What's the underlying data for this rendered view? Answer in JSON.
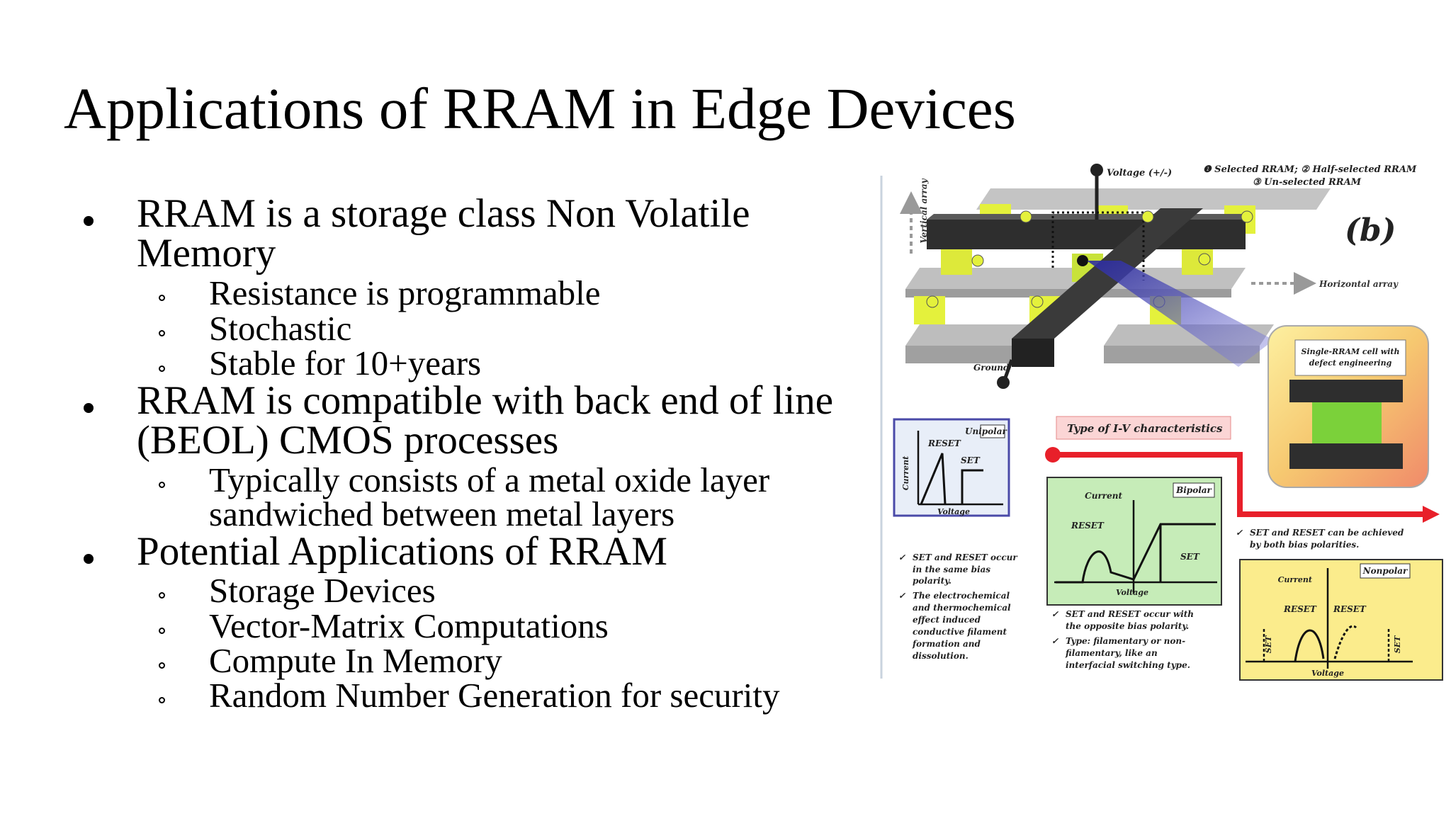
{
  "slide": {
    "title": "Applications of RRAM in Edge Devices",
    "bullets": [
      {
        "lines": [
          "RRAM is a storage class Non Volatile",
          "Memory"
        ],
        "sub": [
          {
            "lines": [
              "Resistance is programmable"
            ]
          },
          {
            "lines": [
              "Stochastic"
            ]
          },
          {
            "lines": [
              "Stable for 10+years"
            ]
          }
        ]
      },
      {
        "lines": [
          "RRAM is compatible with back end of line",
          "(BEOL) CMOS processes"
        ],
        "sub": [
          {
            "lines": [
              "Typically consists of a metal oxide layer",
              "sandwiched between metal layers"
            ]
          }
        ]
      },
      {
        "lines": [
          "Potential Applications of RRAM"
        ],
        "sub": [
          {
            "lines": [
              "Storage Devices"
            ]
          },
          {
            "lines": [
              "Vector-Matrix Computations"
            ]
          },
          {
            "lines": [
              "Compute In Memory"
            ]
          },
          {
            "lines": [
              "Random Number Generation for security"
            ]
          }
        ]
      }
    ]
  },
  "figure": {
    "panel_label": "(b)",
    "voltage_label": "Voltage (+/-)",
    "legend_line1": "❶ Selected RRAM; ② Half-selected RRAM",
    "legend_line2": "③ Un-selected RRAM",
    "vertical_array": "Vertical array",
    "horizontal_array": "Horizontal array",
    "ground": "Ground",
    "cell_caption_1": "Single-RRAM cell with",
    "cell_caption_2": "defect engineering",
    "iv_type": "Type of I-V characteristics",
    "unipolar": {
      "tag": "Unipolar",
      "reset": "RESET",
      "set": "SET",
      "ylabel": "Current",
      "xlabel": "Voltage",
      "notes": [
        "SET and RESET occur",
        "in the same bias",
        "polarity.",
        "The electrochemical",
        "and thermochemical",
        "effect induced",
        "conductive filament",
        "formation and",
        "dissolution."
      ]
    },
    "bipolar": {
      "tag": "Bipolar",
      "ylabel": "Current",
      "reset": "RESET",
      "set": "SET",
      "xlabel": "Voltage",
      "notes": [
        "SET and RESET occur with",
        "the opposite bias polarity.",
        "Type: filamentary or non-",
        "filamentary, like an",
        "interfacial switching type."
      ]
    },
    "nonpolar": {
      "tag": "Nonpolar",
      "ylabel": "Current",
      "reset_left": "RESET",
      "reset_right": "RESET",
      "set_left": "SET",
      "set_right": "SET",
      "xlabel": "Voltage",
      "notes": [
        "SET and RESET can be achieved",
        "by both bias polarities."
      ]
    },
    "colors": {
      "yellow_cell": "#e4f13c",
      "dark_bar": "#2e2e2e",
      "gray_bar": "#b8b8b8",
      "red_arrow": "#e8202a",
      "unipolar_bg": "#e8eef8",
      "bipolar_bg": "#c6ecb8",
      "nonpolar_bg": "#fbec8c"
    }
  }
}
